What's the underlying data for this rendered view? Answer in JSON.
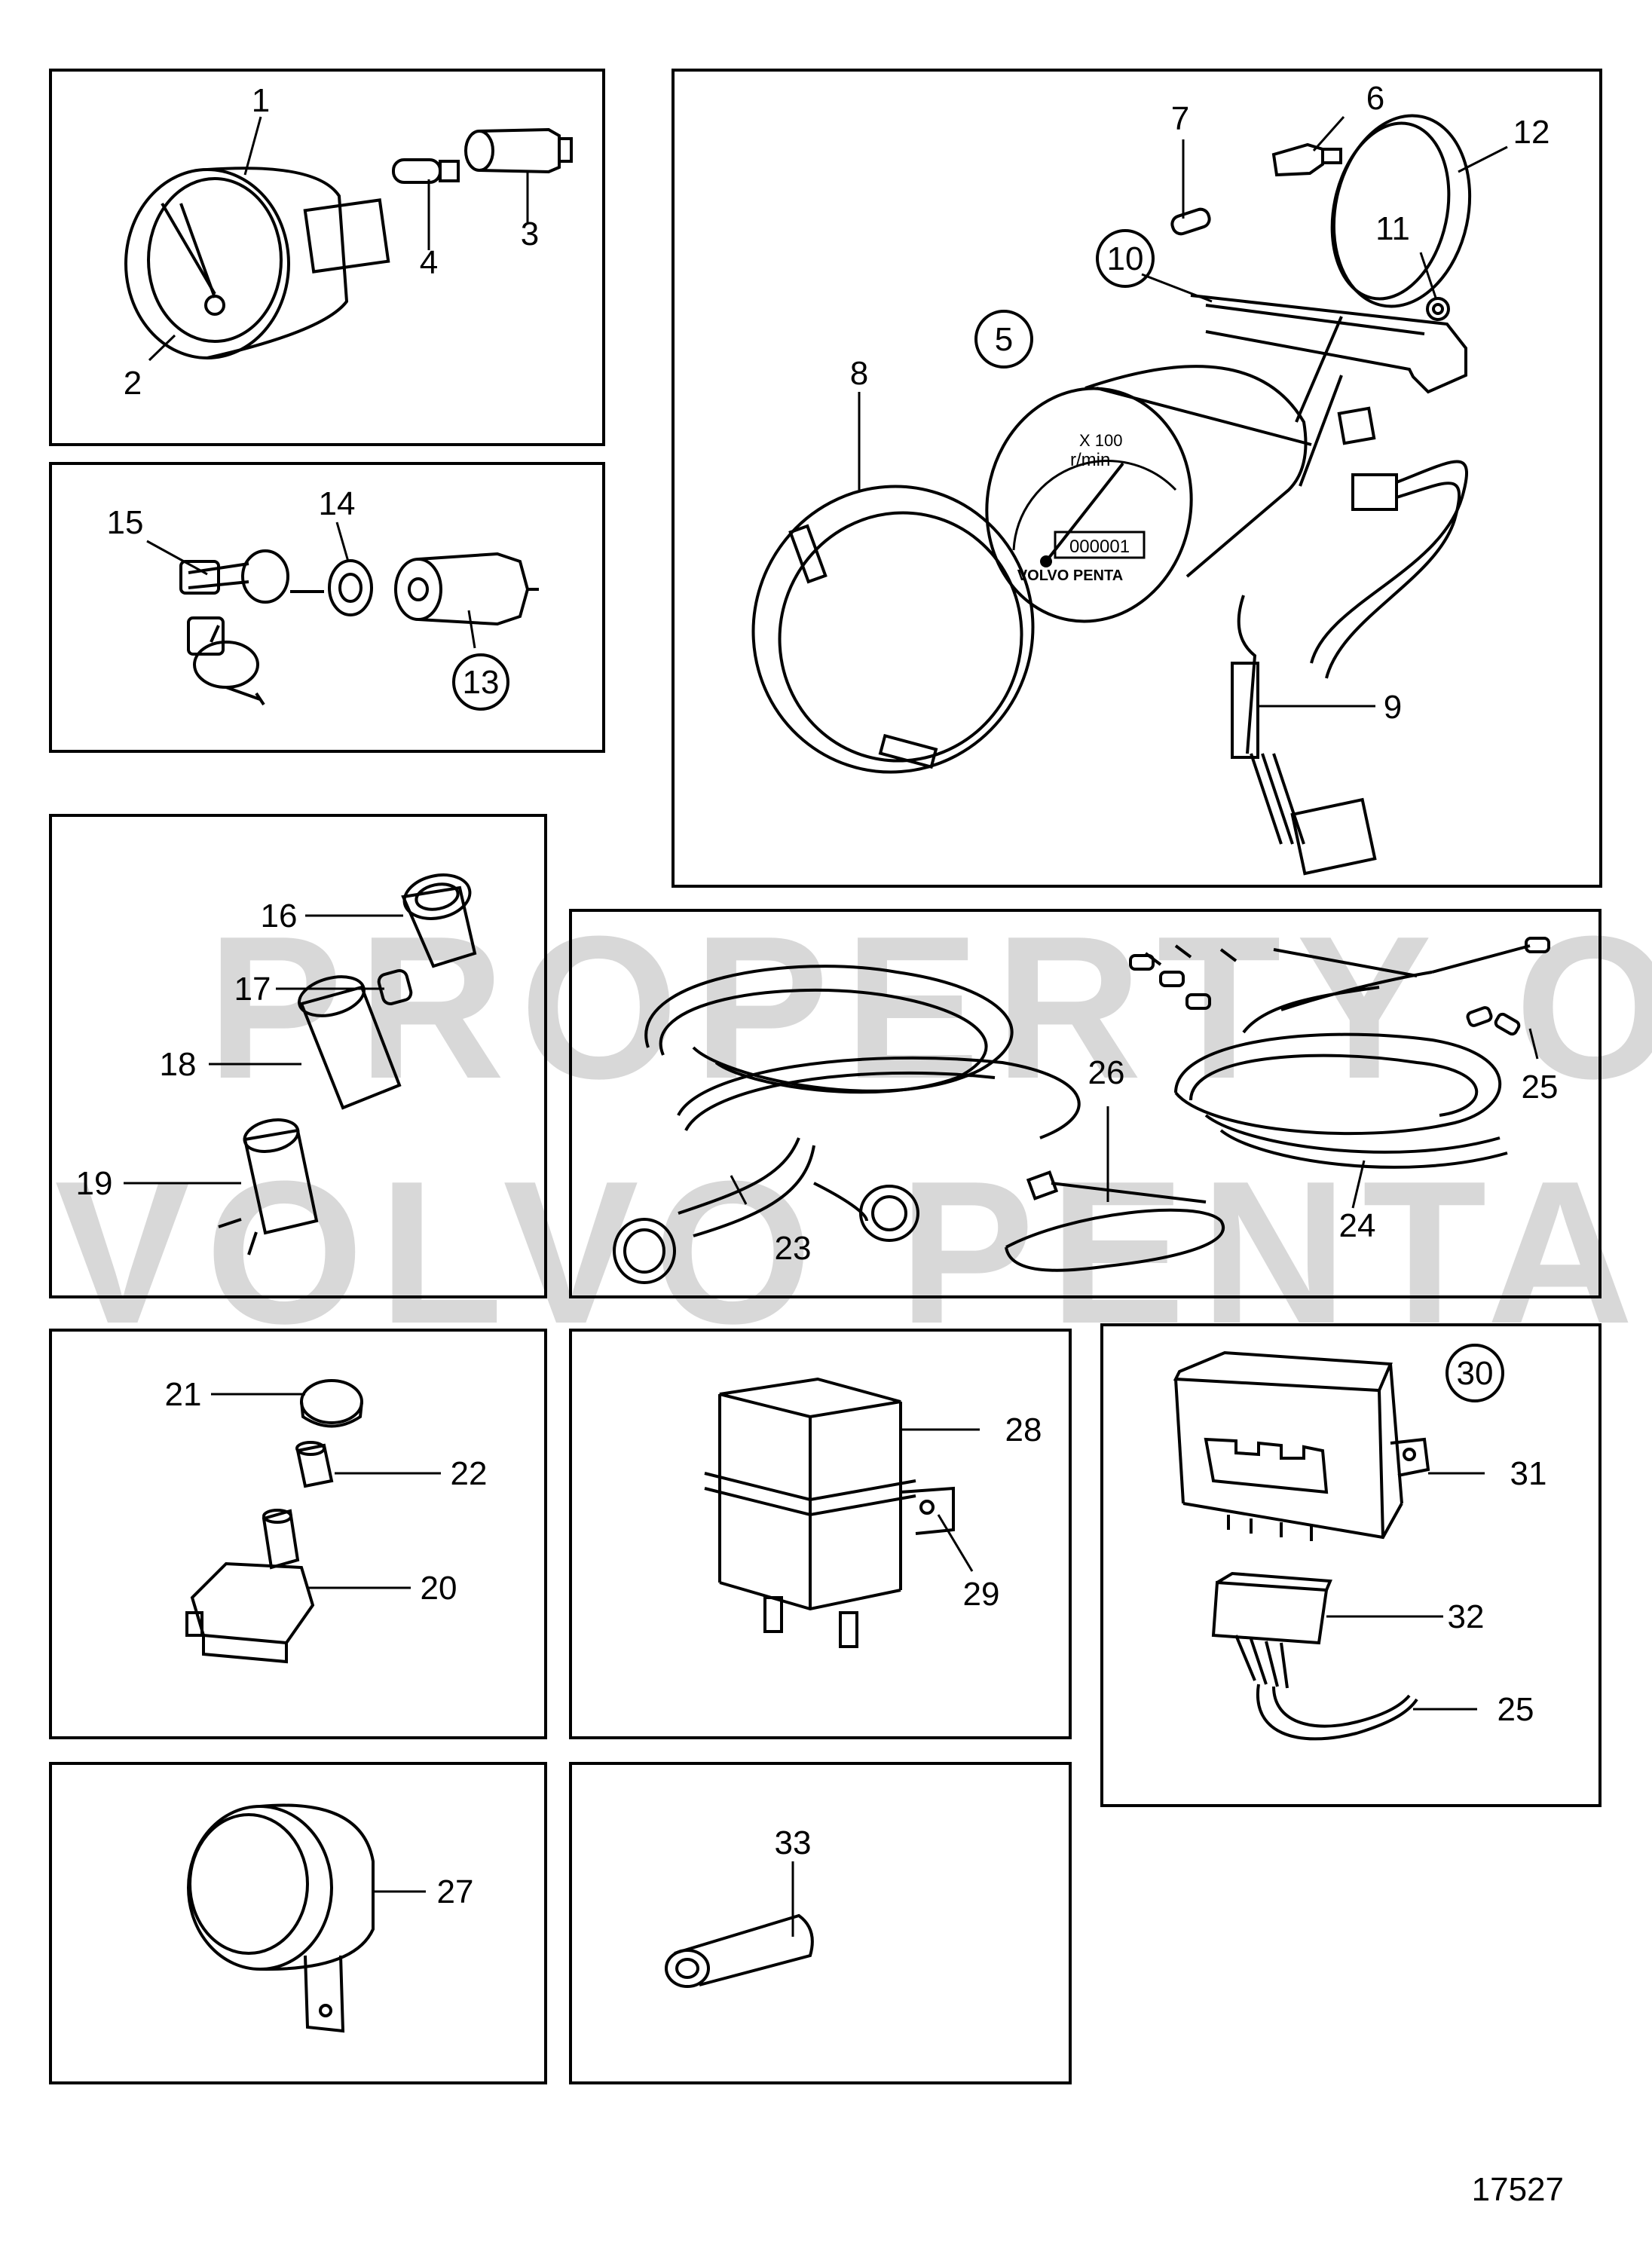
{
  "watermark": {
    "line1": "PROPERTY OF",
    "line2": "VOLVO PENTA"
  },
  "figure_number": "17527",
  "gauge": {
    "scale": "X 100",
    "unit": "r/min",
    "brand": "VOLVO PENTA",
    "counter": "000001"
  },
  "callouts": {
    "c1": "1",
    "c2": "2",
    "c3": "3",
    "c4": "4",
    "c5": "5",
    "c6": "6",
    "c7": "7",
    "c8": "8",
    "c9": "9",
    "c10": "10",
    "c11": "11",
    "c12": "12",
    "c13": "13",
    "c14": "14",
    "c15": "15",
    "c16": "16",
    "c17": "17",
    "c18": "18",
    "c19": "19",
    "c20": "20",
    "c21": "21",
    "c22": "22",
    "c23": "23",
    "c24": "24",
    "c25a": "25",
    "c25b": "25",
    "c26": "26",
    "c27": "27",
    "c28": "28",
    "c29": "29",
    "c30": "30",
    "c31": "31",
    "c32": "32",
    "c33": "33"
  }
}
